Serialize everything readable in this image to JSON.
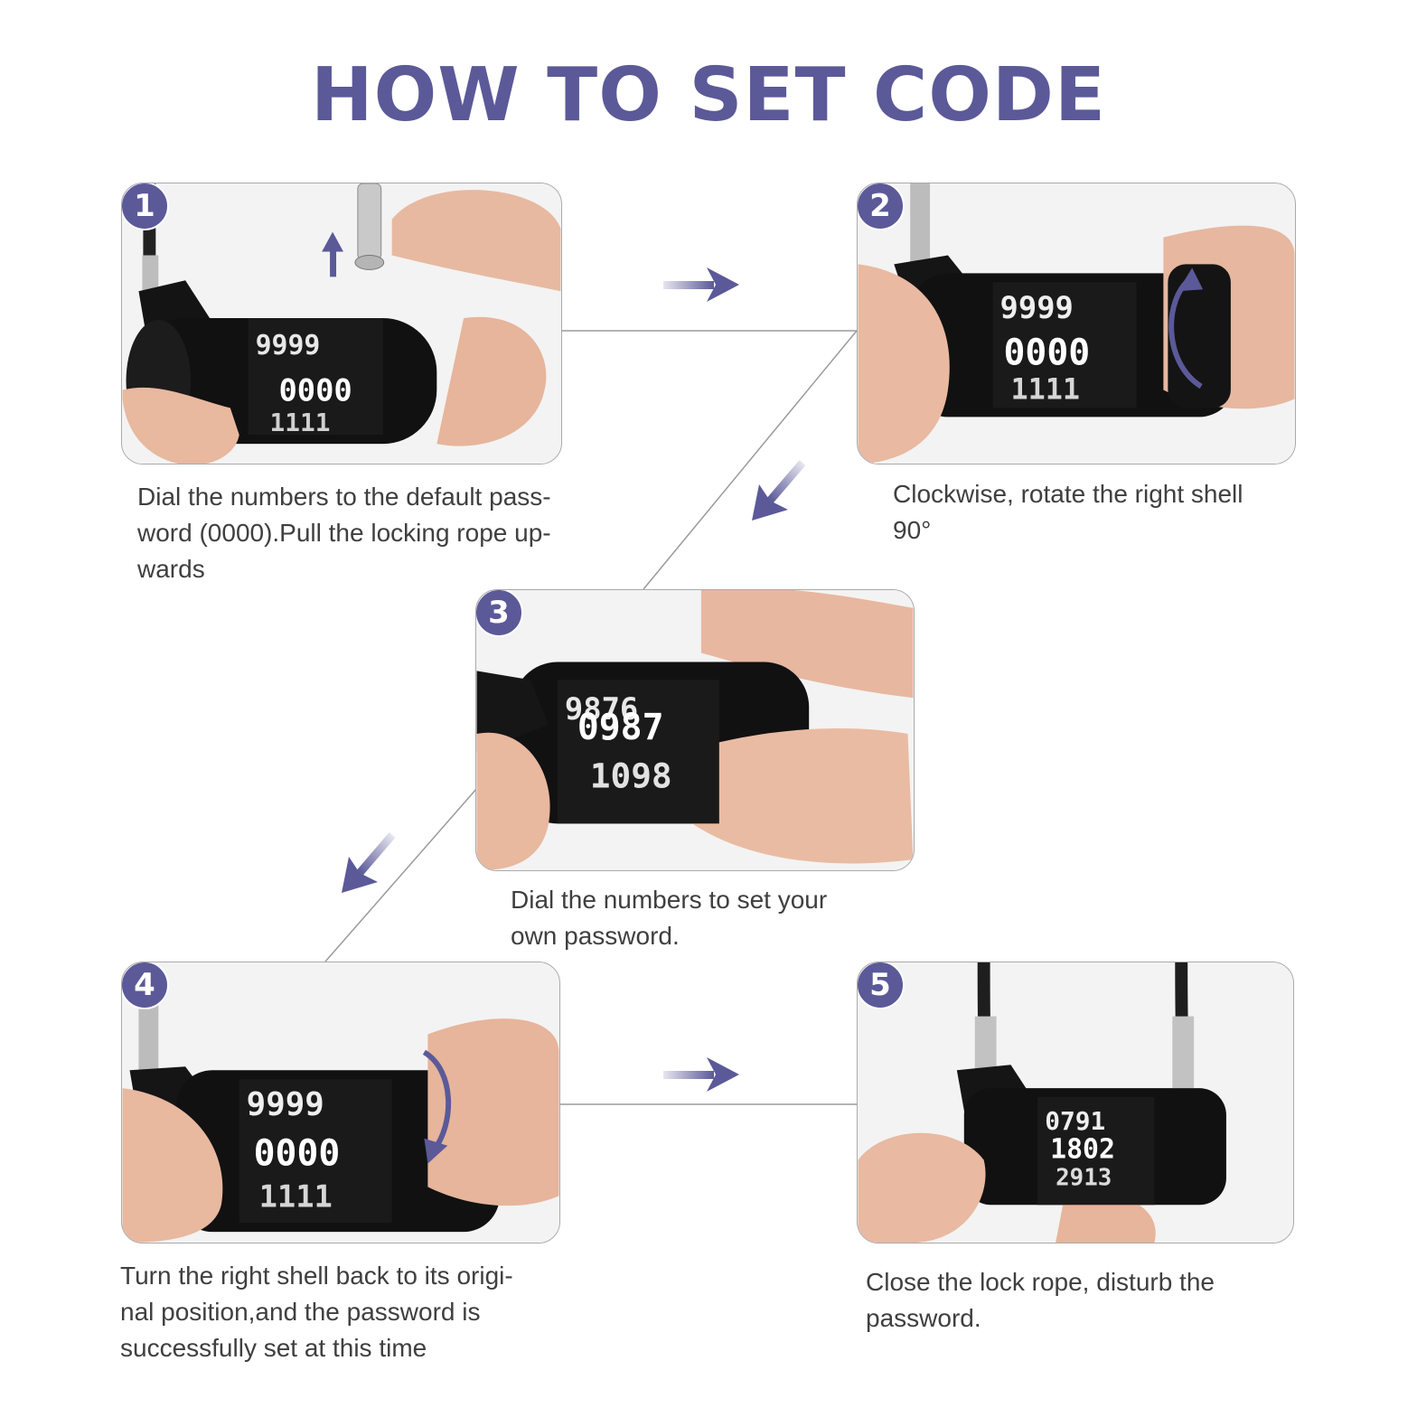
{
  "title": "HOW TO SET CODE",
  "colors": {
    "accent": "#5b5998",
    "caption_text": "#3f3f3f",
    "panel_border": "#a9a9a9"
  },
  "steps": [
    {
      "number": "1",
      "caption": "Dial the numbers to the default pass-\nword (0000).Pull the locking rope up-\nwards",
      "dials": [
        "9999",
        "0000",
        "1111"
      ]
    },
    {
      "number": "2",
      "caption": "Clockwise, rotate the right shell\n90°",
      "dials": [
        "9999",
        "0000",
        "1111"
      ]
    },
    {
      "number": "3",
      "caption": "Dial the numbers to set your\nown password.",
      "dials": [
        "9876",
        "0987",
        "1098"
      ]
    },
    {
      "number": "4",
      "caption": "Turn the right shell back to its origi-\nnal position,and the password is\nsuccessfully set at this time",
      "dials": [
        "9999",
        "0000",
        "1111"
      ]
    },
    {
      "number": "5",
      "caption": "Close the lock rope, disturb the\npassword.",
      "dials": [
        "0791",
        "1802",
        "2913"
      ]
    }
  ],
  "icons": [
    "arrow-right-icon",
    "arrow-down-left-icon",
    "rotate-up-arrow-icon",
    "rotate-down-arrow-icon",
    "pull-up-arrow-icon"
  ]
}
